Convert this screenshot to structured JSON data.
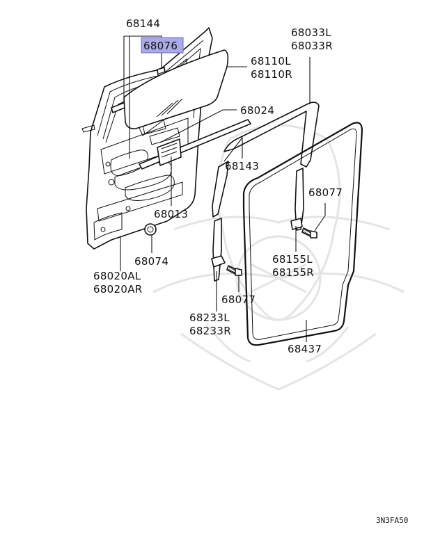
{
  "diagram": {
    "highlight_color": "#a9aae6",
    "watermark_icon": "samurai-helmet-icon",
    "callouts": [
      {
        "id": "c68144",
        "text": "68144"
      },
      {
        "id": "c68076",
        "text": "68076",
        "highlighted": true
      },
      {
        "id": "c68110L",
        "text": "68110L"
      },
      {
        "id": "c68110R",
        "text": "68110R"
      },
      {
        "id": "c68033L",
        "text": "68033L"
      },
      {
        "id": "c68033R",
        "text": "68033R"
      },
      {
        "id": "c68024",
        "text": "68024"
      },
      {
        "id": "c68143",
        "text": "68143"
      },
      {
        "id": "c68077a",
        "text": "68077"
      },
      {
        "id": "c68013",
        "text": "68013"
      },
      {
        "id": "c68074",
        "text": "68074"
      },
      {
        "id": "c68155L",
        "text": "68155L"
      },
      {
        "id": "c68155R",
        "text": "68155R"
      },
      {
        "id": "c68020AL",
        "text": "68020AL"
      },
      {
        "id": "c68020AR",
        "text": "68020AR"
      },
      {
        "id": "c68077b",
        "text": "68077"
      },
      {
        "id": "c68233L",
        "text": "68233L"
      },
      {
        "id": "c68233R",
        "text": "68233R"
      },
      {
        "id": "c68437",
        "text": "68437"
      }
    ],
    "figure_code": "3N3FA50"
  }
}
